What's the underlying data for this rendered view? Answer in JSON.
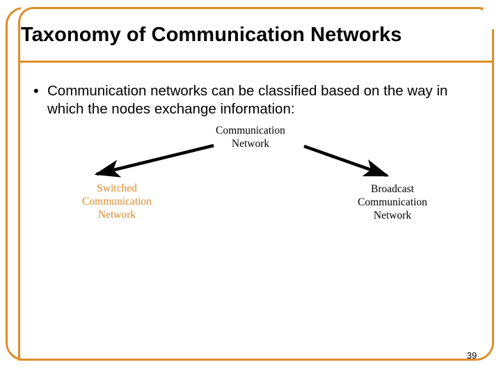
{
  "slide": {
    "title": "Taxonomy of Communication Networks",
    "page_number": "39",
    "accent_color": "#DD8E2A",
    "node_highlight_color": "#E08A28",
    "text_color": "#000000",
    "background_color": "#FFFFFF"
  },
  "body": {
    "bullets": [
      {
        "marker": "•",
        "text": "Communication networks can be classified based on the way in which the nodes exchange information:"
      }
    ]
  },
  "diagram": {
    "type": "tree",
    "nodes": [
      {
        "id": "root",
        "label": "Communication\nNetwork",
        "color": "#000000"
      },
      {
        "id": "switched",
        "label": "Switched\nCommunication\nNetwork",
        "color": "#E08A28"
      },
      {
        "id": "broadcast",
        "label": "Broadcast\nCommunication\nNetwork",
        "color": "#000000"
      }
    ],
    "edges": [
      {
        "from": "root",
        "to": "switched",
        "style": "arrow",
        "color": "#000000"
      },
      {
        "from": "root",
        "to": "broadcast",
        "style": "arrow",
        "color": "#000000"
      }
    ]
  }
}
